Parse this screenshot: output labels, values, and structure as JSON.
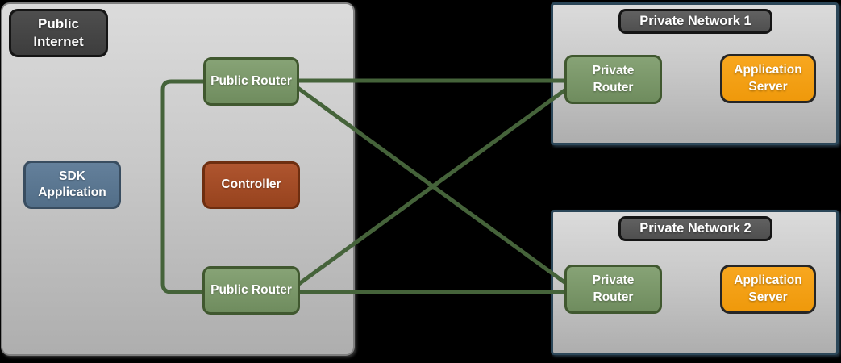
{
  "public_internet": {
    "label": "Public Internet",
    "sdk_application": "SDK Application",
    "controller": "Controller",
    "public_router_top": "Public Router",
    "public_router_bottom": "Public Router"
  },
  "private_networks": [
    {
      "title": "Private Network 1",
      "router": "Private Router",
      "server": "Application Server"
    },
    {
      "title": "Private Network 2",
      "router": "Private Router",
      "server": "Application Server"
    }
  ],
  "connections": [
    "public-router-top ↔ private-router-1",
    "public-router-top ↔ private-router-2",
    "public-router-bottom ↔ private-router-1",
    "public-router-bottom ↔ private-router-2",
    "public-router-top ↔ public-router-bottom"
  ],
  "colors": {
    "background": "#000000",
    "connection_line": "#45633a",
    "router_fill": "#7b9869",
    "router_border": "#40582f",
    "sdk_fill": "#5b7791",
    "controller_fill": "#a34d28",
    "server_fill": "#f4a015",
    "dark_label_fill": "#454545",
    "network_border": "#2c4759"
  }
}
